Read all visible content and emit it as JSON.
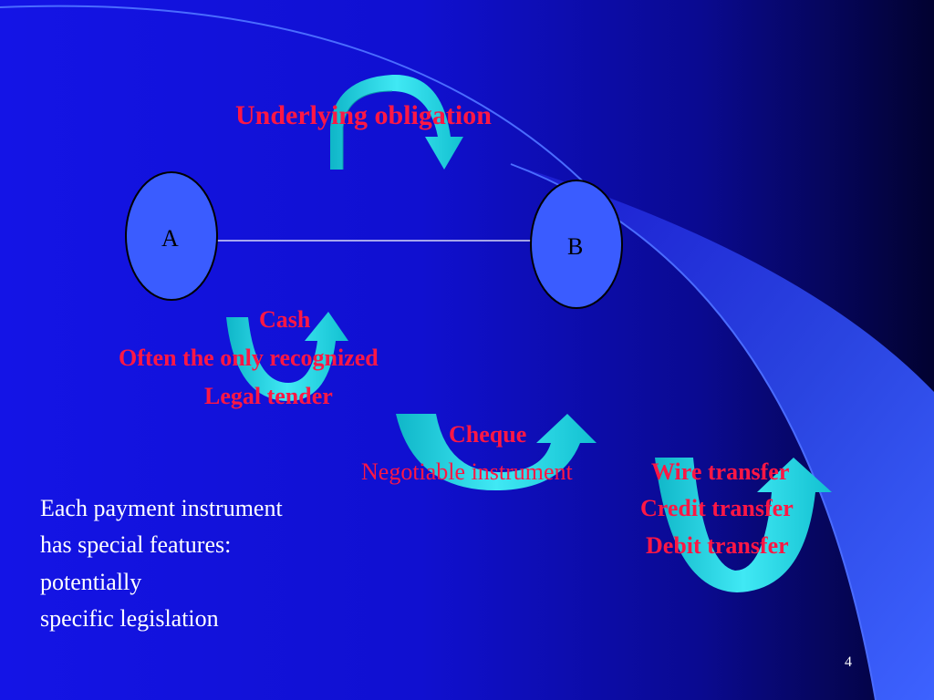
{
  "title": "Underlying obligation",
  "nodes": {
    "a": "A",
    "b": "B"
  },
  "cash": {
    "title": "Cash",
    "line1": "Often the only recognized",
    "line2": "Legal tender"
  },
  "cheque": {
    "title": "Cheque",
    "subtitle": "Negotiable instrument"
  },
  "transfers": [
    "Wire transfer",
    "Credit transfer",
    "Debit transfer"
  ],
  "note": [
    "Each payment instrument",
    "has special features:",
    "potentially",
    "specific legislation"
  ],
  "page_number": "4",
  "colors": {
    "background": "#1414e6",
    "accent_text": "#ff1744",
    "node_fill": "#3a5cff",
    "arrow_fill": "#1ec8d8",
    "curve_band": "#3858f0"
  }
}
